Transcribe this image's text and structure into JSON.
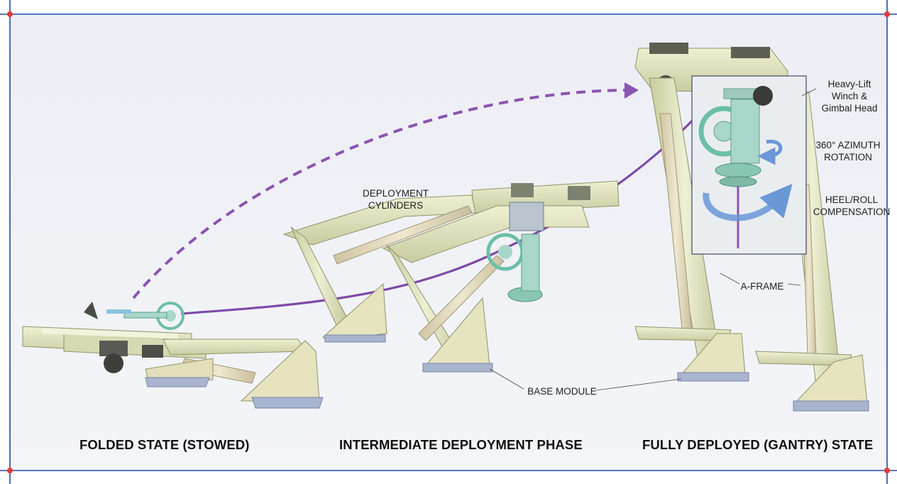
{
  "labels": {
    "winch": "Heavy-Lift\nWinch &\nGimbal Head",
    "azimuth": "360° AZIMUTH\nROTATION",
    "heel": "HEEL/ROLL\nCOMPENSATION",
    "cylinders": "DEPLOYMENT\nCYLINDERS",
    "aframe": "A-FRAME",
    "base": "BASE MODULE"
  },
  "captions": {
    "folded": "FOLDED STATE (STOWED)",
    "intermediate": "INTERMEDIATE DEPLOYMENT PHASE",
    "deployed": "FULLY DEPLOYED (GANTRY) STATE"
  },
  "colors": {
    "frame_line": "#1f4aa8",
    "corner_dot": "#e53a3a",
    "arrow": "#8a55b0",
    "frame_body": "#e4e7c4",
    "cylinder": "#ded5b4",
    "gimbal": "#a8d6c8",
    "base_teeth": "#a9b4cf",
    "rotation_arrow": "#6a97d6"
  }
}
